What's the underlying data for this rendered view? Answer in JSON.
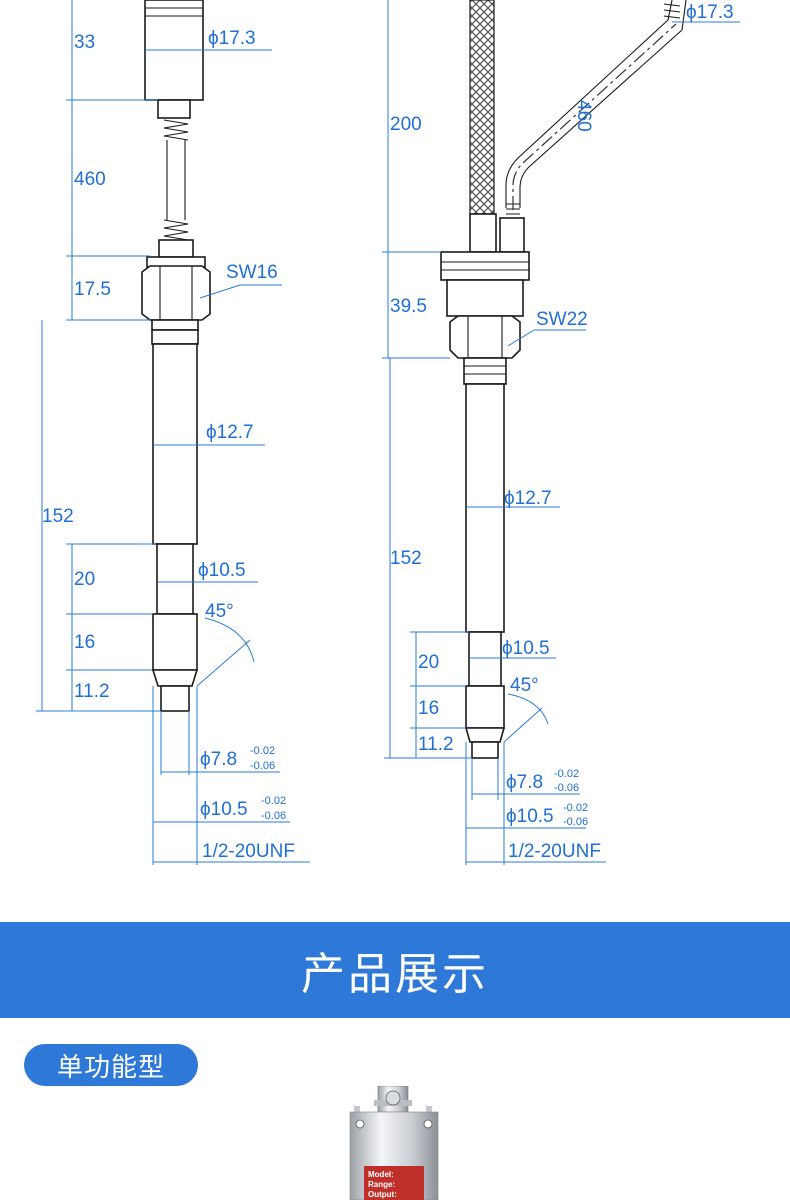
{
  "left_drawing": {
    "dims": {
      "d33": "33",
      "d460": "460",
      "d17_5": "17.5",
      "d152": "152",
      "d20": "20",
      "d16": "16",
      "d11_2": "11.2",
      "phi17_3": "ϕ17.3",
      "sw16": "SW16",
      "phi12_7": "ϕ12.7",
      "phi10_5": "ϕ10.5",
      "angle45": "45°",
      "phi7_8": "ϕ7.8",
      "phi7_8_tol_up": "-0.02",
      "phi7_8_tol_dn": "-0.06",
      "phi10_5b": "ϕ10.5",
      "phi10_5b_tol_up": "-0.02",
      "phi10_5b_tol_dn": "-0.06",
      "thread": "1/2-20UNF"
    }
  },
  "right_drawing": {
    "dims": {
      "phi17_3": "ϕ17.3",
      "d200": "200",
      "d460": "460",
      "d39_5": "39.5",
      "sw22": "SW22",
      "phi12_7": "ϕ12.7",
      "d152": "152",
      "d20": "20",
      "phi10_5": "ϕ10.5",
      "angle45": "45°",
      "d16": "16",
      "d11_2": "11.2",
      "phi7_8": "ϕ7.8",
      "phi7_8_tol_up": "-0.02",
      "phi7_8_tol_dn": "-0.06",
      "phi10_5b": "ϕ10.5",
      "phi10_5b_tol_up": "-0.02",
      "phi10_5b_tol_dn": "-0.06",
      "thread": "1/2-20UNF"
    }
  },
  "banner": {
    "title": "产品展示"
  },
  "section": {
    "badge": "单功能型"
  },
  "product_label": {
    "model": "Model:",
    "range": "Range:",
    "output": "Output:"
  },
  "colors": {
    "accent": "#2e78d8",
    "dimension": "#1f6fd6"
  }
}
